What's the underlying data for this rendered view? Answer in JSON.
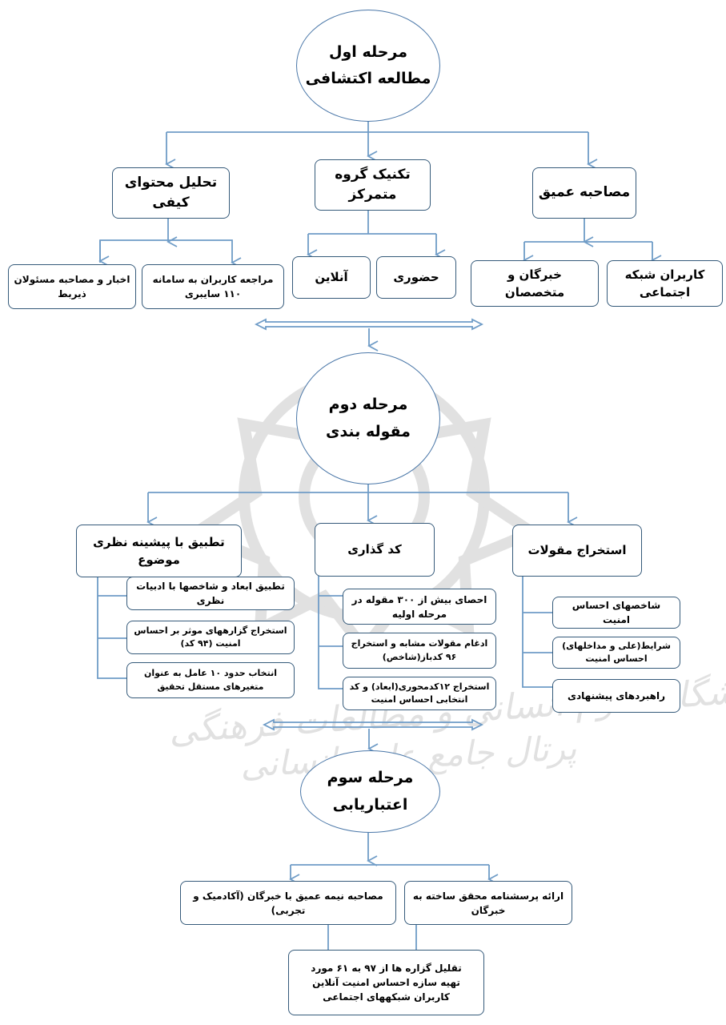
{
  "watermark": {
    "line1": "پژوهشگاه علوم انسانی و مطالعات فرهنگی",
    "line2": "پرتال جامع علوم انسانی"
  },
  "stage1": {
    "title": "مرحله اول",
    "subtitle": "مطالعه اکتشافی",
    "branches": {
      "interview": "مصاحبه عمیق",
      "focus_group": "تکنیک گروه متمرکز",
      "content": "تحلیل محتوای کیفی"
    },
    "leaves": {
      "social_users": "کاربران شبکه اجتماعی",
      "experts": "خبرگان و متخصصان",
      "in_person": "حضوری",
      "online": "آنلاین",
      "cyber_110": "مراجعه کاربران به سامانه ۱۱۰ سایبری",
      "news": "اخبار و مصاحبه مسئولان ذیربط"
    }
  },
  "stage2": {
    "title": "مرحله دوم",
    "subtitle": "مقوله بندی",
    "branches": {
      "extract": "استخراج مقولات",
      "coding": "کد گذاری",
      "adapt": "تطبیق با پیشینه نظری موضوع"
    },
    "extract_items": [
      "شاخصهای احساس امنیت",
      "شرایط(علی و مداخلهای) احساس امنیت",
      "راهبردهای پیشنهادی"
    ],
    "coding_items": [
      "احصای بیش از ۳۰۰ مقوله در مرحله اولیه",
      "ادغام مقولات مشابه و استخراج ۹۶ کدباز(شاخص)",
      "استخراج ۱۲کدمحوری(ابعاد) و کد انتخابی احساس امنیت"
    ],
    "adapt_items": [
      "تطبیق ابعاد و شاخصها با ادبیات نظری",
      "استخراج گزارههای موثر بر احساس امنیت (۹۴ کد)",
      "انتخاب حدود ۱۰ عامل به عنوان متغیرهای مستقل تحقیق"
    ]
  },
  "stage3": {
    "title": "مرحله سوم",
    "subtitle": "اعتباریابی",
    "left": "مصاحبه نیمه عمیق با خبرگان (آکادمیک و تجربی)",
    "right": "ارائه پرسشنامه محقق ساخته به خبرگان",
    "final_line1": "تقلیل گزاره ها از ۹۷ به ۶۱ مورد",
    "final_line2": "تهیه سازه احساس امنیت آنلاین کاربران شبکههای اجتماعی"
  },
  "colors": {
    "line": "#6f9cc7",
    "border": "#355a7a",
    "oval_border": "#4a77a8"
  }
}
